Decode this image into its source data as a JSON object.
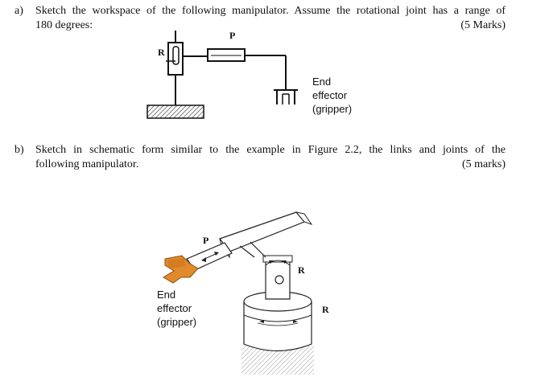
{
  "question_a": {
    "number": "a)",
    "line1": "Sketch the workspace of the following manipulator. Assume the rotational joint has a range of",
    "line2": "180 degrees:",
    "marks": "(5 Marks)",
    "diagram": {
      "joint_r": "R",
      "joint_p": "P",
      "end_effector": [
        "End",
        "effector",
        "(gripper)"
      ]
    }
  },
  "question_b": {
    "number": "b)",
    "line1": "Sketch in schematic form similar to the example in Figure 2.2, the links and joints of the",
    "line2": "following manipulator.",
    "marks": "(5 marks)",
    "figure": {
      "joint_p": "P",
      "joint_r_upper": "R",
      "joint_r_lower": "R",
      "end_effector": [
        "End",
        "effector",
        "(gripper)"
      ]
    }
  },
  "colors": {
    "gripper": "#e08a2c",
    "ink": "#111111"
  }
}
